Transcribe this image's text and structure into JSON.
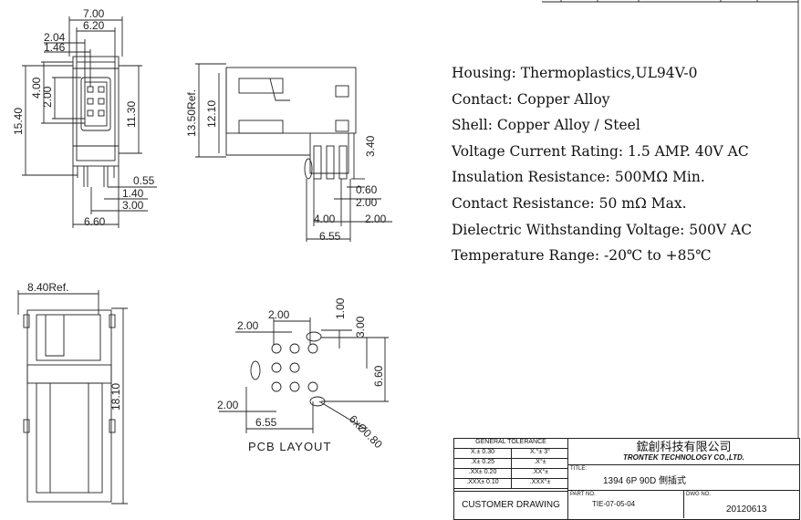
{
  "dims": {
    "d700": "7.00",
    "d620": "6.20",
    "d204": "2.04",
    "d146": "1.46",
    "d400": "4.00",
    "d200a": "2.00",
    "d1540": "15.40",
    "d1130": "11.30",
    "d055": "0.55",
    "d140": "1.40",
    "d300a": "3.00",
    "d660a": "6.60",
    "d1350": "13.50Ref.",
    "d1210": "12.10",
    "d340": "3.40",
    "d060": "0.60",
    "d200b": "2.00",
    "d400b": "4.00",
    "d200c": "2.00",
    "d655a": "6.55",
    "d840": "8.40Ref.",
    "d1810": "18.10",
    "p200a": "2.00",
    "p200b": "2.00",
    "p100": "1.00",
    "p300": "3.00",
    "p660": "6.60",
    "p200c": "2.00",
    "p655": "6.55",
    "p6x": "6xØ0.80",
    "pcb_label": "PCB LAYOUT"
  },
  "specs": [
    "Housing: Thermoplastics,UL94V-0",
    "Contact: Copper Alloy",
    "Shell: Copper Alloy / Steel",
    "Voltage Current Rating: 1.5 AMP. 40V AC",
    "Insulation Resistance: 500MΩ Min.",
    "Contact Resistance: 50 mΩ Max.",
    "Dielectric Withstanding Voltage: 500V AC",
    "Temperature Range: -20℃ to +85℃"
  ],
  "title_block": {
    "tolerance_header": "GENERAL TOLERANCE",
    "tol": [
      [
        "X.± 0.30",
        "X.°± 3°"
      ],
      [
        ".X± 0.25",
        ".X°±"
      ],
      [
        ".XX± 0.20",
        ".XX°±"
      ],
      [
        ".XXX± 0.10",
        ".XXX°±"
      ]
    ],
    "customer_drawing": "CUSTOMER DRAWING",
    "company_cn": "鋐創科技有限公司",
    "company_en": "TRONTEK TECHNOLOGY CO.,LTD.",
    "title_label": "TITLE:",
    "title_value": "1394 6P 90D 側插式",
    "part_no_label": "PART NO.",
    "part_no_value": "TIE-07-05-04",
    "dwg_no_label": "DWG NO.",
    "dwg_no_value": "20120613"
  }
}
